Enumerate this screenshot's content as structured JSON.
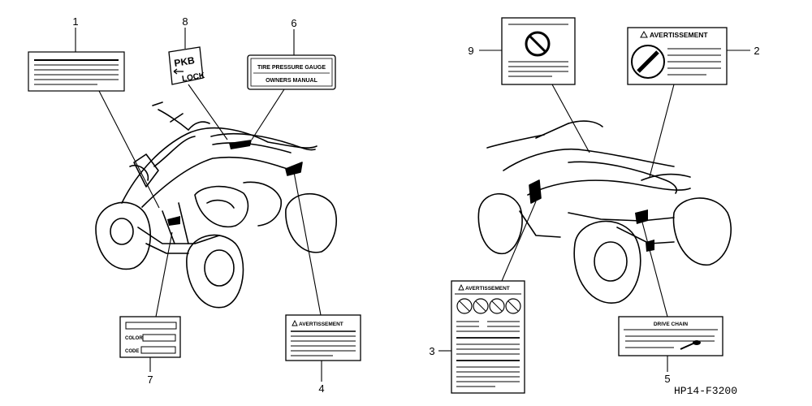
{
  "callouts": [
    "1",
    "8",
    "6",
    "9",
    "2",
    "3",
    "7",
    "4",
    "5"
  ],
  "labels": {
    "pkb_line1": "PKB",
    "pkb_line2": "LOCK",
    "tire_line1": "TIRE PRESSURE GAUGE",
    "tire_line2": "OWNERS MANUAL",
    "warning": "AVERTISSEMENT",
    "color": "COLOR",
    "code": "CODE",
    "drive_chain": "DRIVE CHAIN"
  },
  "diagram_code": "HP14-F3200"
}
